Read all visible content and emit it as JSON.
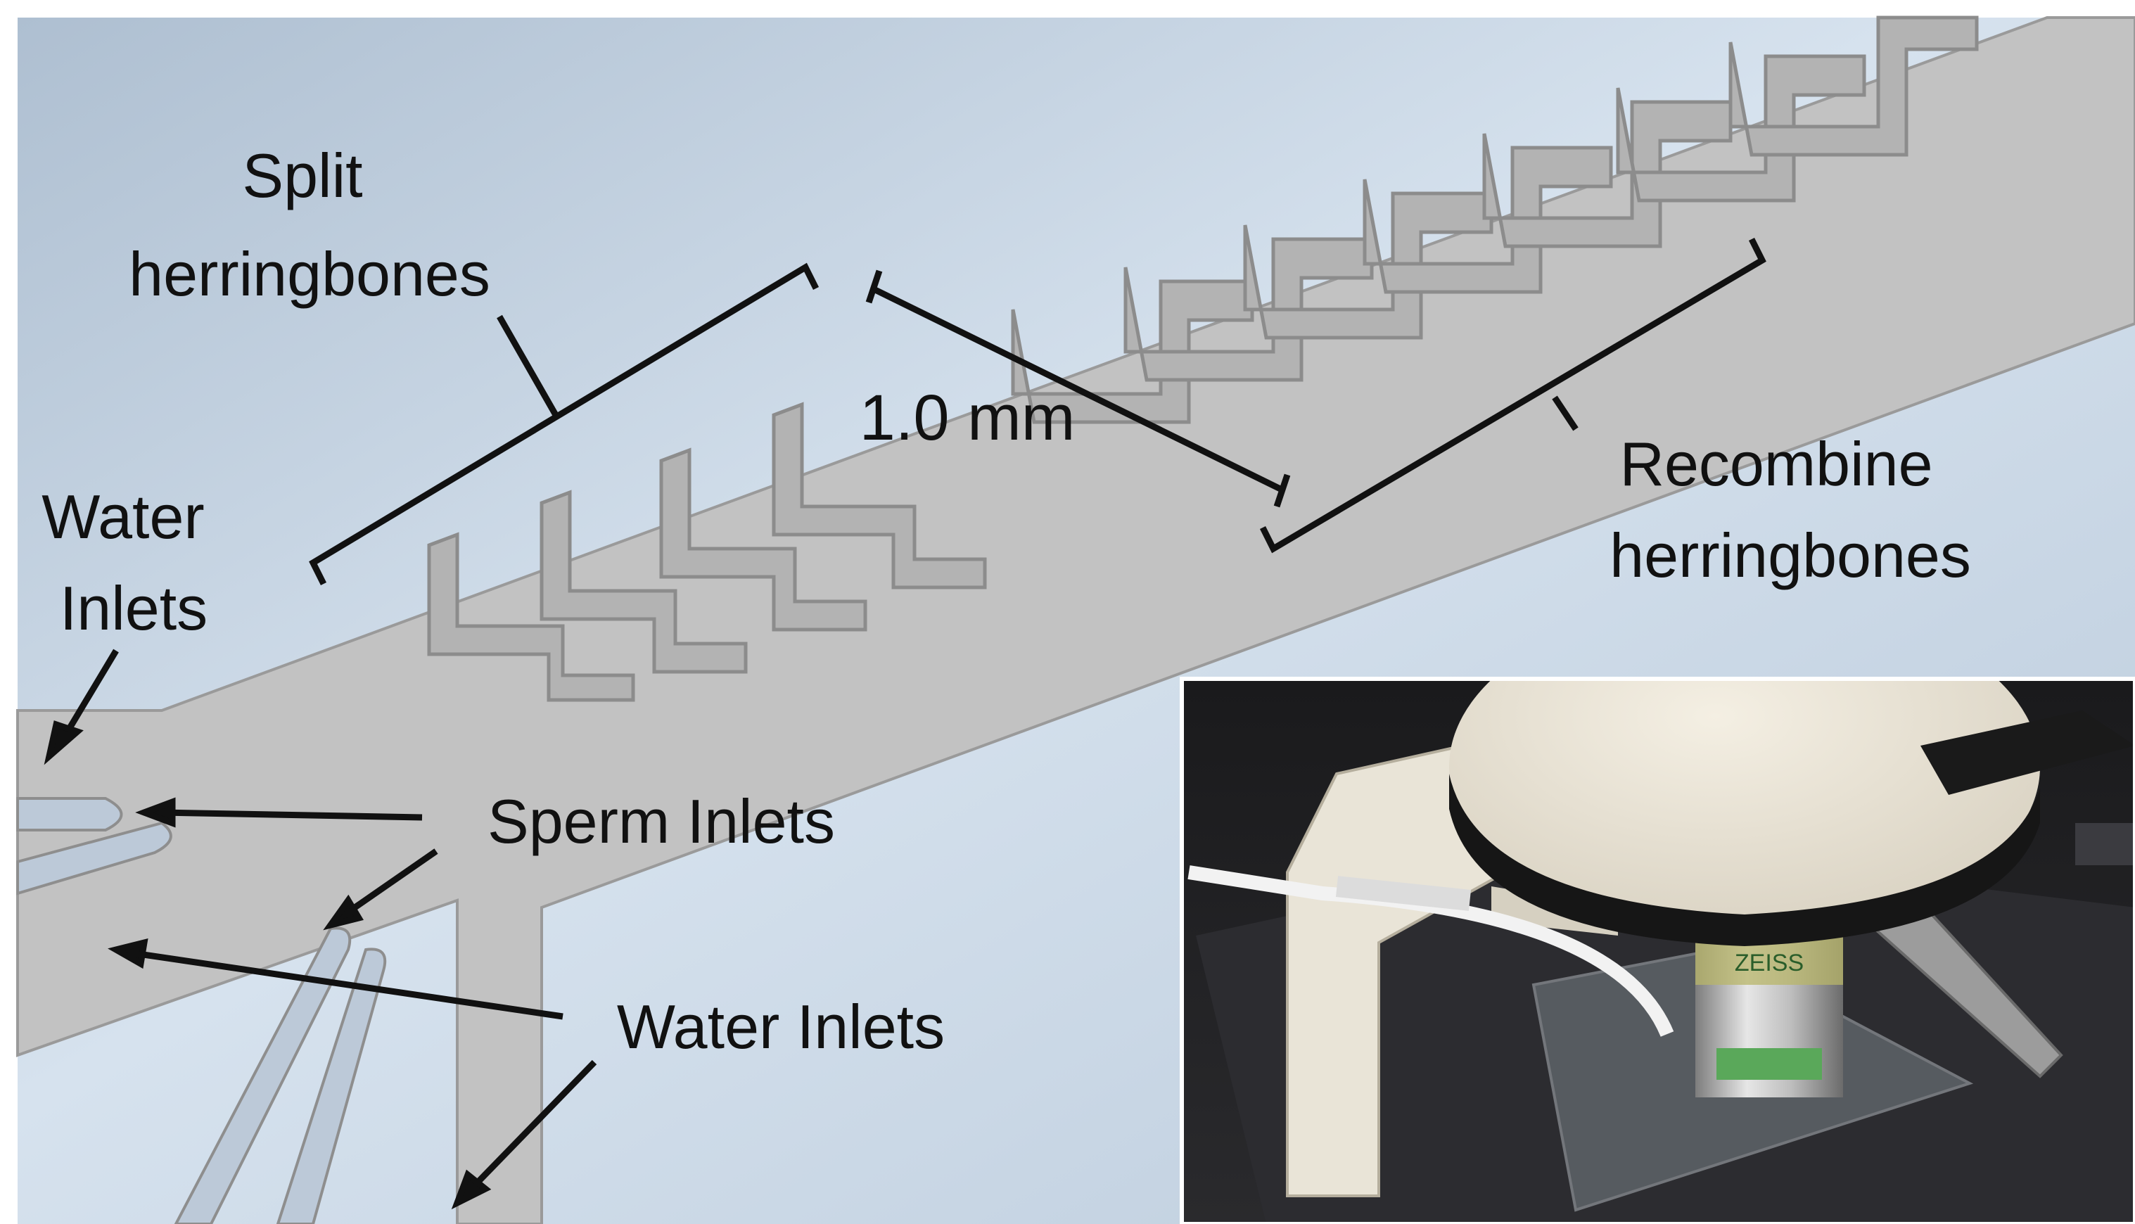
{
  "labels": {
    "split_line1": "Split",
    "split_line2": "herringbones",
    "dimension": "1.0 mm",
    "recombine_line1": "Recombine",
    "recombine_line2": "herringbones",
    "water_top_line1": "Water",
    "water_top_line2": "Inlets",
    "sperm_inlets": "Sperm Inlets",
    "water_inlets_bottom": "Water Inlets"
  },
  "colors": {
    "render_background": "#c9d7e6",
    "channel_fill": "#bfbfbf",
    "ridge_fill": "#b0b0b0",
    "annotation": "#111111",
    "photo_background": "#1c1c1e"
  },
  "inset_photo": {
    "objective_text": "ZEISS"
  }
}
